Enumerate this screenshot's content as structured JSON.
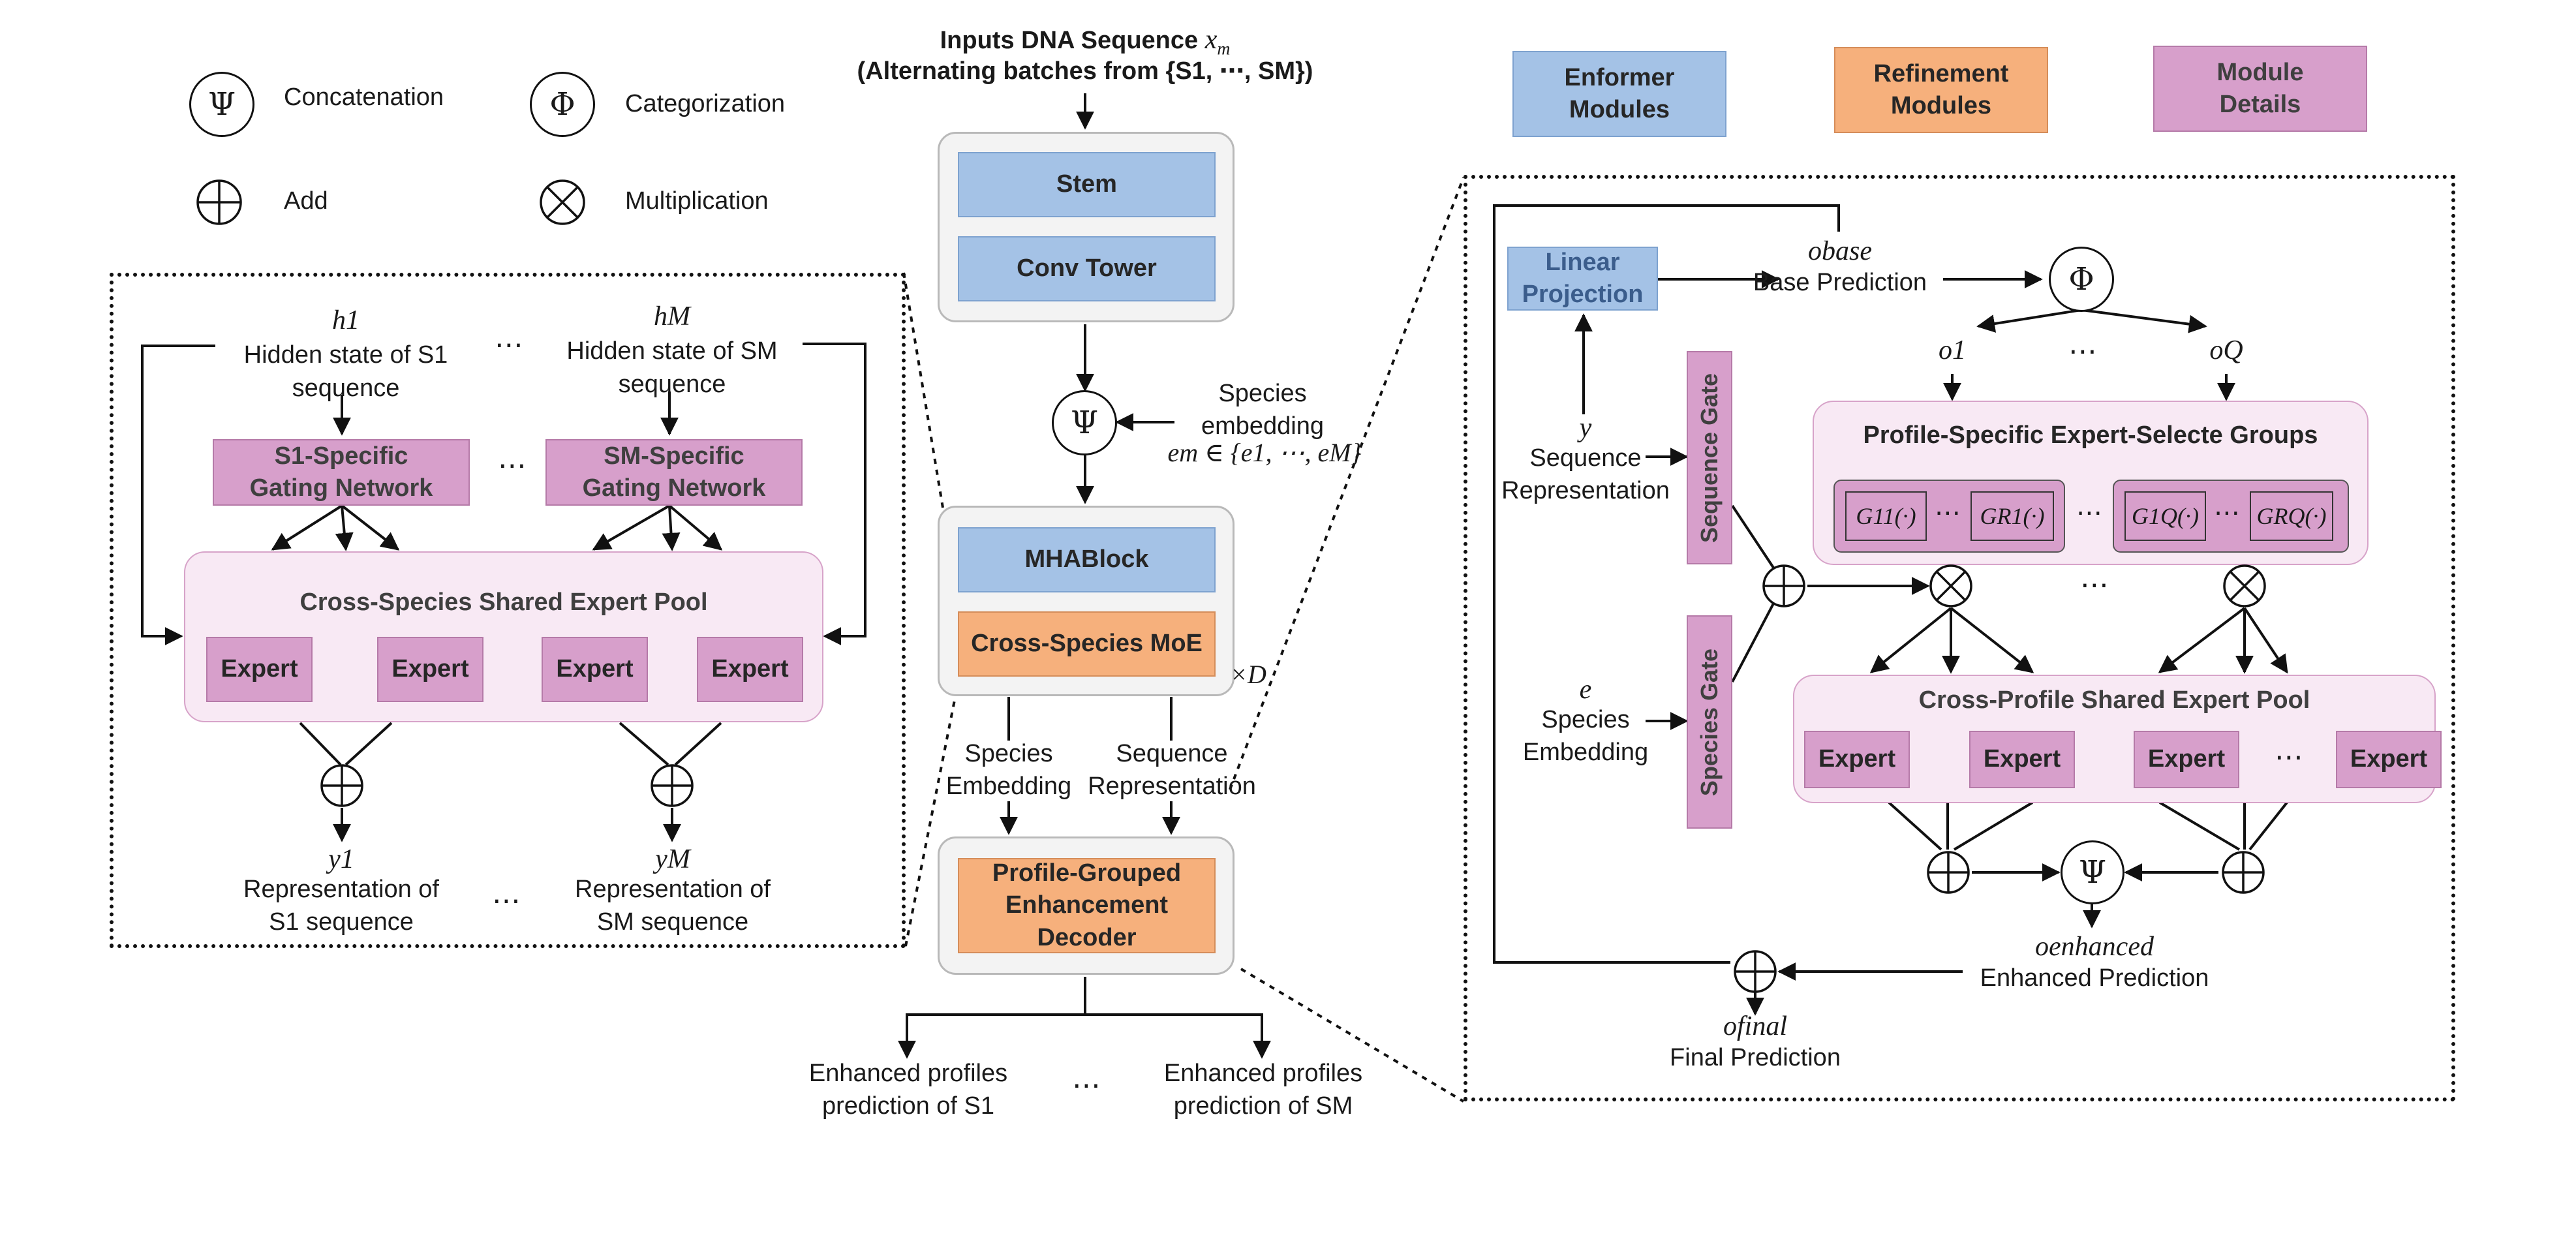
{
  "legend_symbols": {
    "concatenation": {
      "symbol": "Ψ",
      "label": "Concatenation"
    },
    "categorization": {
      "symbol": "Φ",
      "label": "Categorization"
    },
    "add": {
      "label": "Add"
    },
    "multiplication": {
      "label": "Multiplication"
    }
  },
  "legend_colors": {
    "enformer": {
      "label1": "Enformer",
      "label2": "Modules",
      "color": "#a4c2e6"
    },
    "refinement": {
      "label1": "Refinement",
      "label2": "Modules",
      "color": "#f6b07c"
    },
    "details": {
      "label1": "Module",
      "label2": "Details",
      "color": "#d79fcb"
    }
  },
  "center": {
    "input_title": "Inputs DNA Sequence",
    "input_var": "x",
    "input_var_sub": "m",
    "input_sub": "(Alternating batches from {S1, ⋯, SM})",
    "stem": "Stem",
    "conv_tower": "Conv Tower",
    "concat_symbol": "Ψ",
    "species_embedding_1": "Species",
    "species_embedding_2": "embedding",
    "species_embedding_formula": "em ∈ {e1, ⋯, eM}",
    "mha": "MHABlock",
    "moe": "Cross-Species MoE",
    "repeat": "×D",
    "out_left_1": "Species",
    "out_left_2": "Embedding",
    "out_right_1": "Sequence",
    "out_right_2": "Representation",
    "decoder_1": "Profile-Grouped",
    "decoder_2": "Enhancement",
    "decoder_3": "Decoder",
    "pred_left_1": "Enhanced profiles",
    "pred_left_2": "prediction of S1",
    "pred_right_1": "Enhanced profiles",
    "pred_right_2": "prediction of SM",
    "ellipsis": "⋯"
  },
  "left_panel": {
    "h1_var": "h1",
    "h1_text_1": "Hidden state of S1",
    "h1_text_2": "sequence",
    "hM_var": "hM",
    "hM_text_1": "Hidden state of SM",
    "hM_text_2": "sequence",
    "gate1_line1": "S1-Specific",
    "gate1_line2": "Gating Network",
    "gateM_line1": "SM-Specific",
    "gateM_line2": "Gating Network",
    "pool_title": "Cross-Species Shared Expert Pool",
    "experts": [
      "Expert",
      "Expert",
      "Expert",
      "Expert"
    ],
    "y1_var": "y1",
    "y1_text_1": "Representation of",
    "y1_text_2": "S1 sequence",
    "yM_var": "yM",
    "yM_text_1": "Representation of",
    "yM_text_2": "SM sequence",
    "ellipsis": "⋯"
  },
  "right_panel": {
    "linear_1": "Linear",
    "linear_2": "Projection",
    "obase_var": "obase",
    "obase_text": "Base Prediction",
    "phi_symbol": "Φ",
    "o1": "o1",
    "oQ": "oQ",
    "y_var": "y",
    "seq_rep_1": "Sequence",
    "seq_rep_2": "Representation",
    "sequence_gate": "Sequence Gate",
    "species_gate": "Species Gate",
    "e_var": "e",
    "species_emb_1": "Species",
    "species_emb_2": "Embedding",
    "groups_title": "Profile-Specific Expert-Selecte Groups",
    "groups": [
      "G11(·)",
      "GR1(·)",
      "G1Q(·)",
      "GRQ(·)"
    ],
    "pool_title": "Cross-Profile Shared Expert Pool",
    "experts": [
      "Expert",
      "Expert",
      "Expert",
      "Expert"
    ],
    "psi_symbol": "Ψ",
    "oenh_var": "oenhanced",
    "oenh_text": "Enhanced Prediction",
    "ofinal_var": "ofinal",
    "ofinal_text": "Final Prediction",
    "ellipsis": "⋯"
  }
}
